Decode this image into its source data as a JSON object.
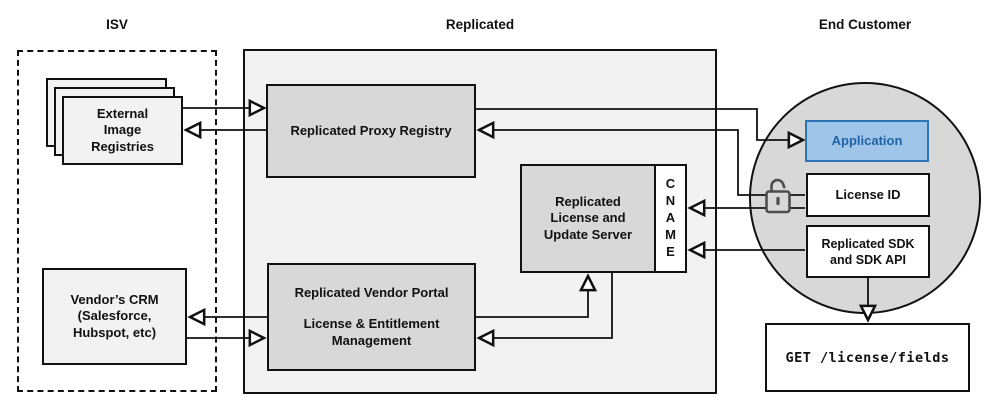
{
  "sections": {
    "isv": "ISV",
    "replicated": "Replicated",
    "end_customer": "End Customer"
  },
  "nodes": {
    "registries": {
      "lines": [
        "External",
        "Image",
        "Registries"
      ]
    },
    "proxy": {
      "label": "Replicated Proxy Registry"
    },
    "license_server": {
      "lines": [
        "Replicated",
        "License and",
        "Update Server"
      ],
      "cname": "CNAME"
    },
    "vendor_portal": {
      "title": "Replicated Vendor Portal",
      "subtitle": "License & Entitlement Management"
    },
    "crm": {
      "lines": [
        "Vendor’s CRM",
        "(Salesforce,",
        "Hubspot, etc)"
      ]
    },
    "application": {
      "label": "Application"
    },
    "license_id": {
      "label": "License ID"
    },
    "sdk": {
      "lines": [
        "Replicated SDK",
        "and SDK API"
      ]
    },
    "get_request": {
      "label": "GET /license/fields"
    }
  },
  "icons": {
    "lock": "unlocked-padlock-icon"
  },
  "colors": {
    "box_gray": "#d8d8d8",
    "container_gray": "#f2f2f2",
    "accent_fill": "#9fc5e8",
    "accent_border": "#2e75b6",
    "accent_text": "#2062a8",
    "line_black": "#111111"
  }
}
